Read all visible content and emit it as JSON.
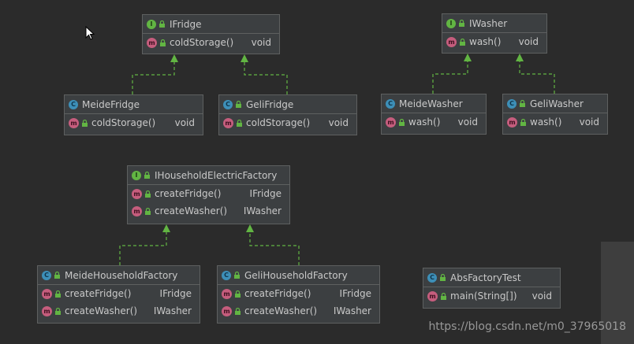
{
  "boxes": {
    "ifridge": {
      "kind": "I",
      "name": "IFridge",
      "methods": [
        {
          "name": "coldStorage()",
          "type": "void"
        }
      ]
    },
    "iwasher": {
      "kind": "I",
      "name": "IWasher",
      "methods": [
        {
          "name": "wash()",
          "type": "void"
        }
      ]
    },
    "meidefridge": {
      "kind": "C",
      "name": "MeideFridge",
      "methods": [
        {
          "name": "coldStorage()",
          "type": "void"
        }
      ]
    },
    "gelifridge": {
      "kind": "C",
      "name": "GeliFridge",
      "methods": [
        {
          "name": "coldStorage()",
          "type": "void"
        }
      ]
    },
    "meidewasher": {
      "kind": "C",
      "name": "MeideWasher",
      "methods": [
        {
          "name": "wash()",
          "type": "void"
        }
      ]
    },
    "geliwasher": {
      "kind": "C",
      "name": "GeliWasher",
      "methods": [
        {
          "name": "wash()",
          "type": "void"
        }
      ]
    },
    "ihouseholdelectricfactory": {
      "kind": "I",
      "name": "IHouseholdElectricFactory",
      "methods": [
        {
          "name": "createFridge()",
          "type": "IFridge"
        },
        {
          "name": "createWasher()",
          "type": "IWasher"
        }
      ]
    },
    "meidehouseholdfactory": {
      "kind": "C",
      "name": "MeideHouseholdFactory",
      "methods": [
        {
          "name": "createFridge()",
          "type": "IFridge"
        },
        {
          "name": "createWasher()",
          "type": "IWasher"
        }
      ]
    },
    "gelihouseholdfactory": {
      "kind": "C",
      "name": "GeliHouseholdFactory",
      "methods": [
        {
          "name": "createFridge()",
          "type": "IFridge"
        },
        {
          "name": "createWasher()",
          "type": "IWasher"
        }
      ]
    },
    "absfactorytest": {
      "kind": "C",
      "name": "AbsFactoryTest",
      "methods": [
        {
          "name": "main(String[])",
          "type": "void"
        }
      ]
    }
  },
  "relations": [
    {
      "from": "MeideFridge",
      "to": "IFridge",
      "type": "implements"
    },
    {
      "from": "GeliFridge",
      "to": "IFridge",
      "type": "implements"
    },
    {
      "from": "MeideWasher",
      "to": "IWasher",
      "type": "implements"
    },
    {
      "from": "GeliWasher",
      "to": "IWasher",
      "type": "implements"
    },
    {
      "from": "MeideHouseholdFactory",
      "to": "IHouseholdElectricFactory",
      "type": "implements"
    },
    {
      "from": "GeliHouseholdFactory",
      "to": "IHouseholdElectricFactory",
      "type": "implements"
    }
  ],
  "colors": {
    "background": "#2b2b2b",
    "box": "#3c3f41",
    "border": "#5e6060",
    "arrow": "#62b543",
    "interface_icon": "#62b543",
    "class_icon": "#3d8fb8",
    "method_icon": "#c55d7d"
  },
  "watermark": "https://blog.csdn.net/m0_37965018"
}
